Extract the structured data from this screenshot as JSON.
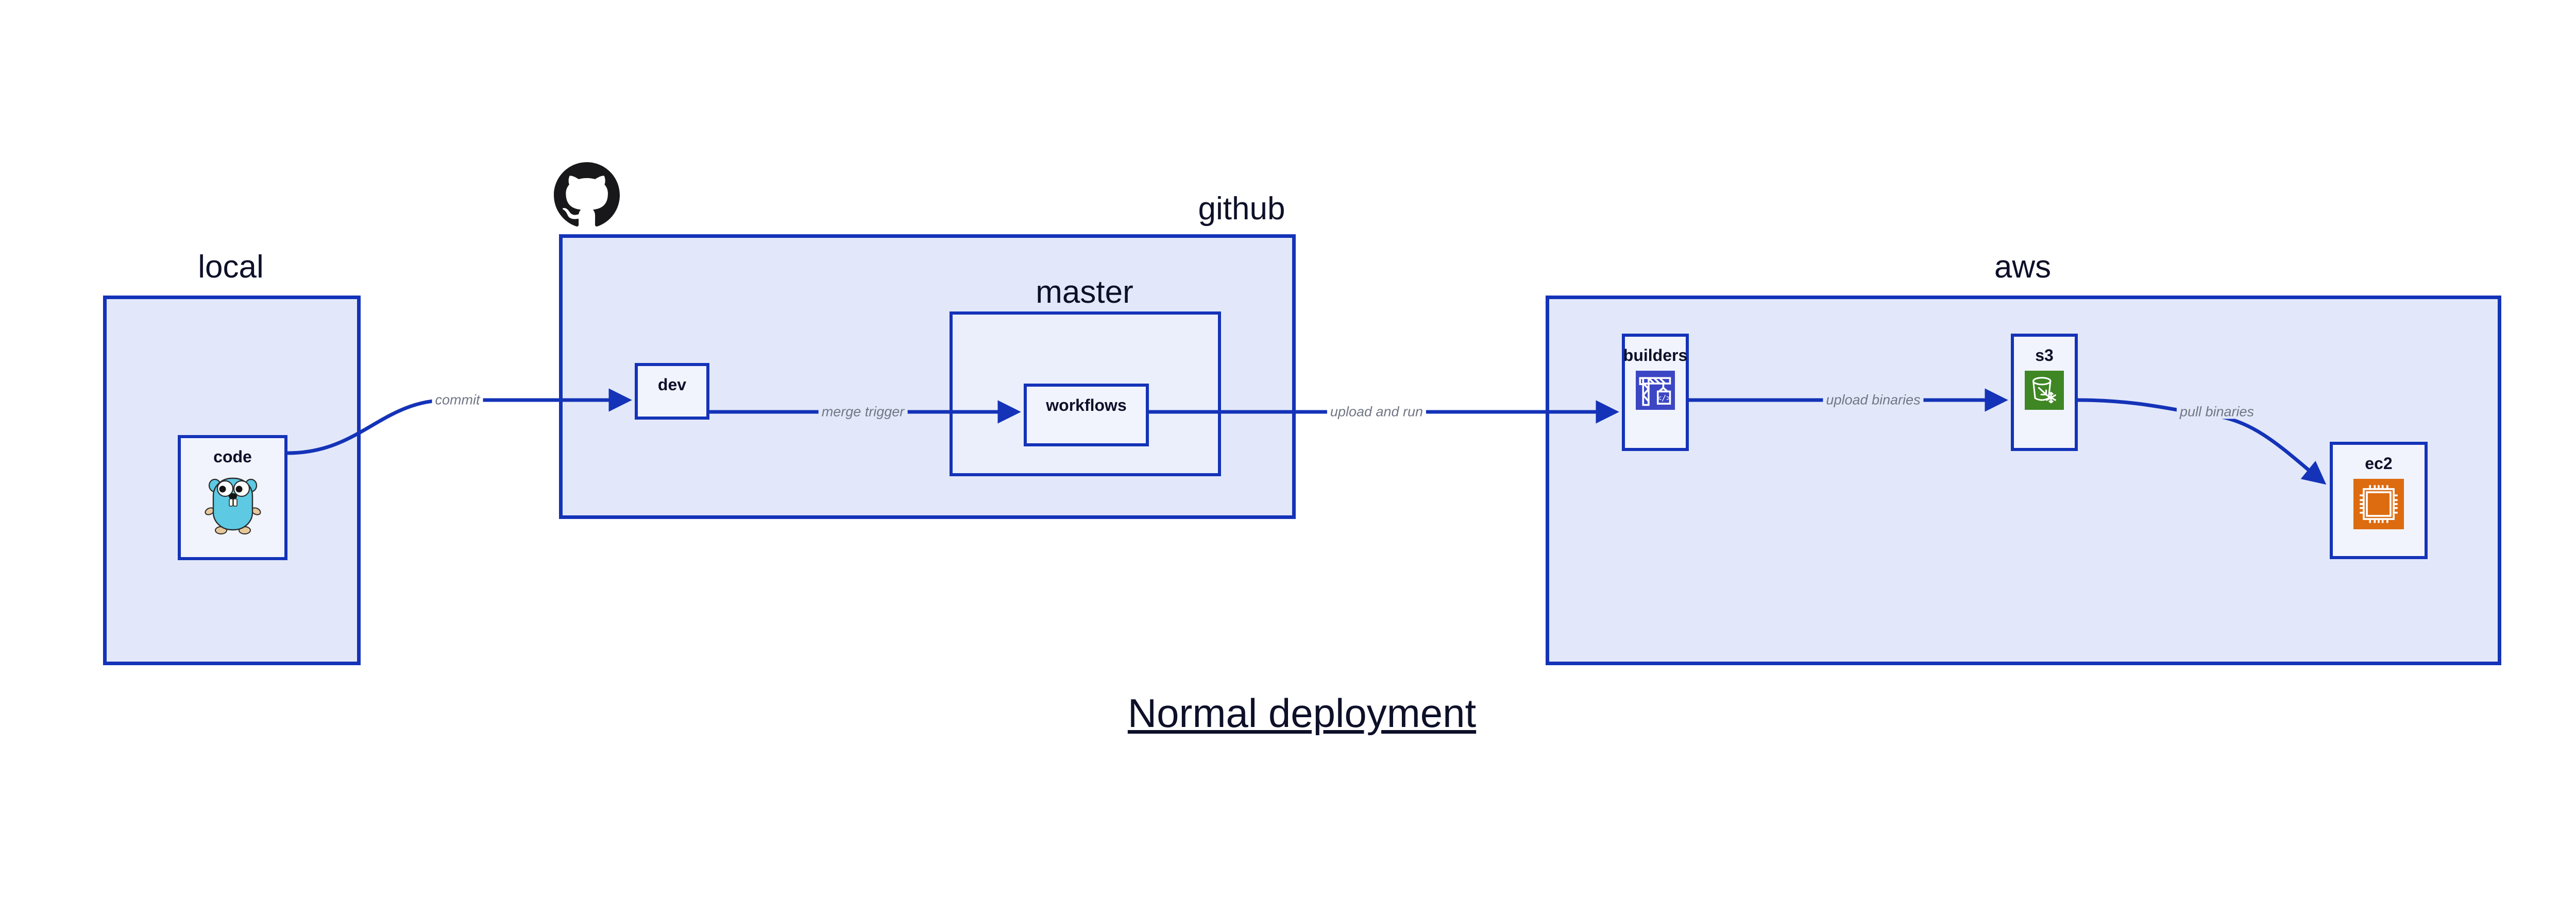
{
  "title": "Normal deployment",
  "colors": {
    "border_blue": "#1433b8",
    "group_fill": "#e2e8f9",
    "subgroup_fill": "#eaeffb",
    "node_fill": "#f1f4fd",
    "text_dark": "#0d1028",
    "edge_label_gray": "#707684",
    "builders_icon_bg": "#3c46c4",
    "s3_icon_bg": "#3f8624",
    "ec2_icon_bg": "#dd6b10",
    "gopher_body": "#5dc9e2",
    "github_black": "#18181b"
  },
  "groups": [
    {
      "id": "local",
      "label": "local"
    },
    {
      "id": "github",
      "label": "github"
    },
    {
      "id": "master",
      "label": "master"
    },
    {
      "id": "aws",
      "label": "aws"
    }
  ],
  "nodes": [
    {
      "id": "code",
      "label": "code",
      "icon": "go-gopher-icon"
    },
    {
      "id": "dev",
      "label": "dev",
      "icon": null
    },
    {
      "id": "workflows",
      "label": "workflows",
      "icon": null
    },
    {
      "id": "builders",
      "label": "builders",
      "icon": "aws-codebuild-icon"
    },
    {
      "id": "s3",
      "label": "s3",
      "icon": "aws-s3-bucket-icon"
    },
    {
      "id": "ec2",
      "label": "ec2",
      "icon": "aws-ec2-chip-icon"
    }
  ],
  "edges": [
    {
      "id": "code-to-dev",
      "from": "code",
      "to": "dev",
      "label": "commit"
    },
    {
      "id": "dev-to-workflows",
      "from": "dev",
      "to": "workflows",
      "label": "merge trigger"
    },
    {
      "id": "workflows-to-builders",
      "from": "workflows",
      "to": "builders",
      "label": "upload and run"
    },
    {
      "id": "builders-to-s3",
      "from": "builders",
      "to": "s3",
      "label": "upload binaries"
    },
    {
      "id": "s3-to-ec2",
      "from": "s3",
      "to": "ec2",
      "label": "pull binaries"
    }
  ],
  "logos": [
    {
      "id": "github-logo",
      "name": "github-octocat-logo"
    }
  ]
}
